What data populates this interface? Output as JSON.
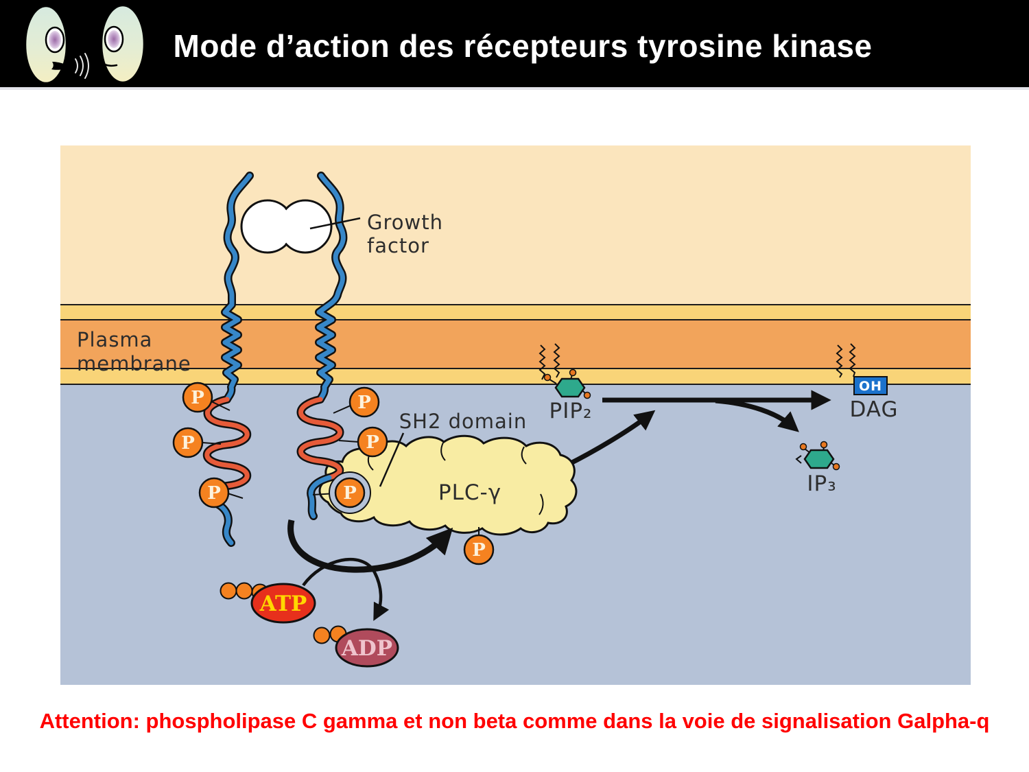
{
  "slide": {
    "title": "Mode d’action des récepteurs tyrosine kinase",
    "caption": "Attention: phospholipase C gamma et non beta comme dans la voie de signalisation Galpha-q"
  },
  "diagram": {
    "labels": {
      "growth_factor": [
        "Growth",
        "factor"
      ],
      "plasma_membrane": [
        "Plasma",
        "membrane"
      ],
      "sh2_domain": "SH2 domain",
      "plc_gamma": "PLC-γ",
      "pip2": "PIP₂",
      "dag": "DAG",
      "oh": "OH",
      "ip3": "IP₃",
      "atp": "ATP",
      "adp": "ADP",
      "phosphate": "P"
    },
    "colors": {
      "extracellular": "#FBE5BD",
      "membrane_outer_leaflet": "#F9D478",
      "membrane_core": "#F2A45B",
      "cytoplasm": "#B5C2D7",
      "receptor_blue": "#3787C8",
      "kinase_domain_red": "#E65B39",
      "phosphate_orange": "#F58220",
      "plc_body_yellow": "#F8ECA3",
      "inositol_teal": "#2EA98C",
      "atp_red": "#E7301C",
      "adp_maroon": "#B04B5C",
      "oh_tag_blue": "#1B72CC",
      "caption_red": "#FF0000",
      "header_bg": "#000000",
      "title_color": "#FFFFFF"
    }
  }
}
